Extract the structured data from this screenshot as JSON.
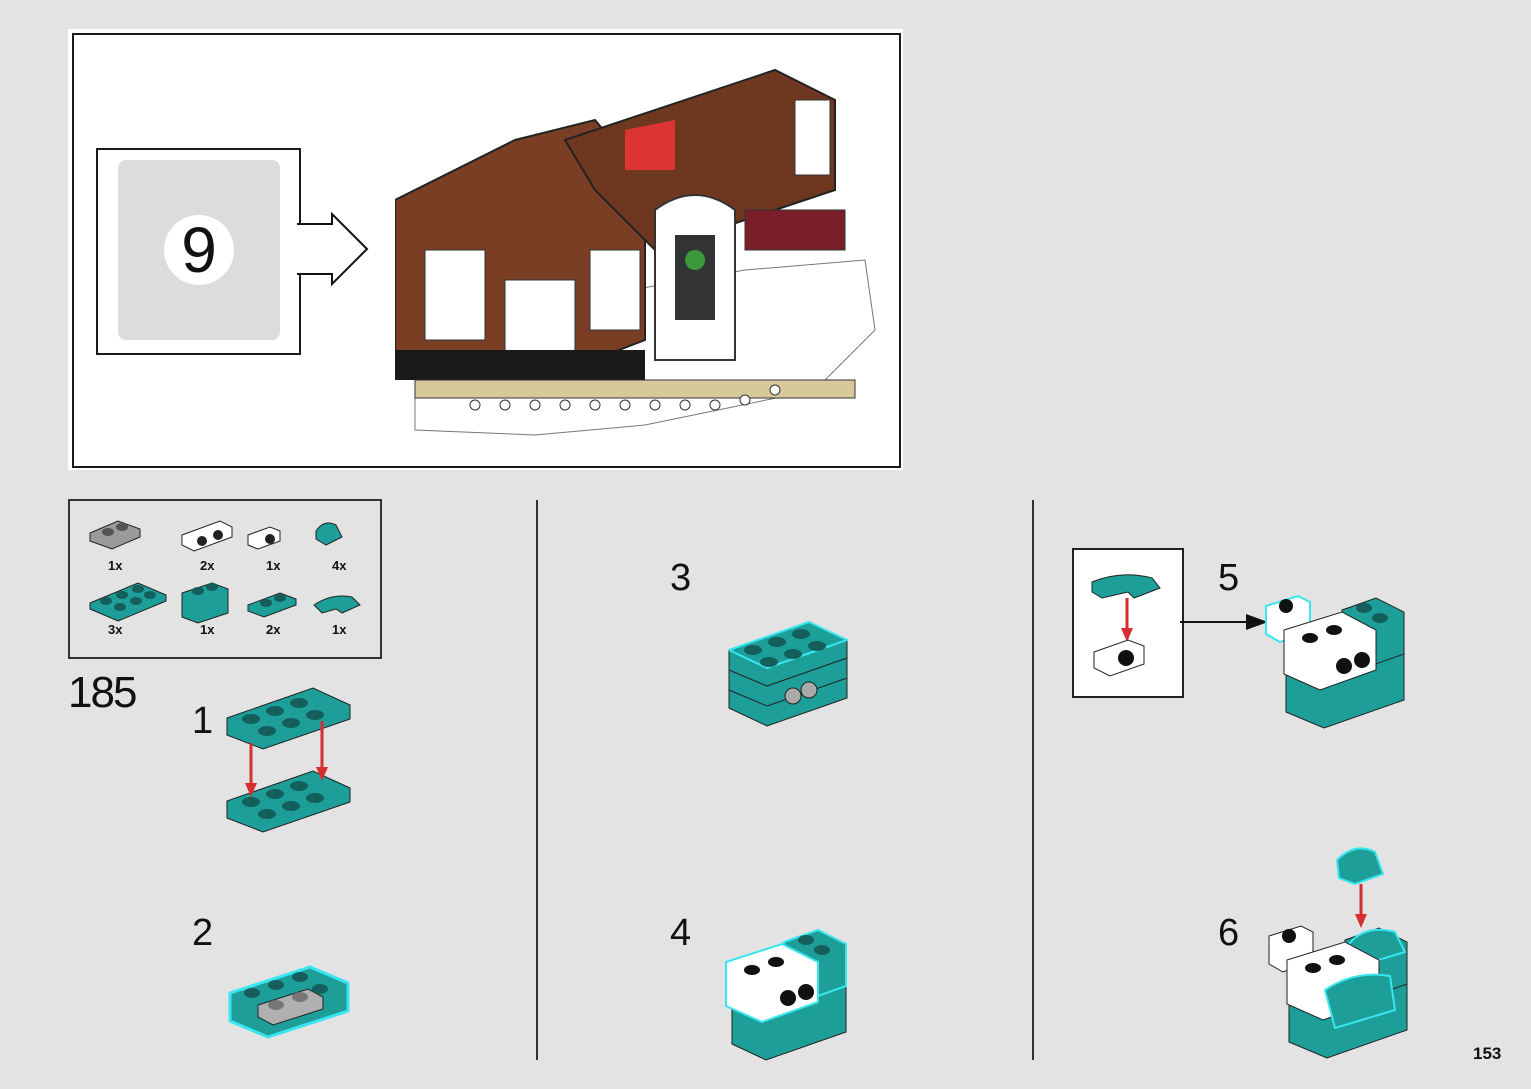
{
  "document": {
    "type": "building-instructions",
    "page_number": "153",
    "bag_number": "9",
    "section_number": "185",
    "colors": {
      "background": "#e3e3e3",
      "teal_brick": "#1e9e98",
      "highlight": "#39e6f0",
      "arrow_red": "#d32f2f",
      "house_brown": "#7a3e24",
      "tan": "#d8c99a"
    }
  },
  "overview": {
    "illustration": "Completed house model (brown brick walls, white windows, front door with wreath, white studded base)",
    "arrow_icon": "right-arrow-icon"
  },
  "parts_list": {
    "items": [
      {
        "name": "gray hinge plate 1x2",
        "qty": "1x",
        "color": "#9a9a9a"
      },
      {
        "name": "white bracket 1x2 - 2x4 inverted",
        "qty": "2x",
        "color": "#ffffff"
      },
      {
        "name": "white bracket 1x1 - 1x1",
        "qty": "1x",
        "color": "#ffffff"
      },
      {
        "name": "teal tile round 1x1 curved",
        "qty": "4x",
        "color": "#1e9e98"
      },
      {
        "name": "teal plate 2x3",
        "qty": "3x",
        "color": "#1e9e98"
      },
      {
        "name": "teal brick 1x2",
        "qty": "1x",
        "color": "#1e9e98"
      },
      {
        "name": "teal plate 1x2",
        "qty": "2x",
        "color": "#1e9e98"
      },
      {
        "name": "teal slope curved 2x1",
        "qty": "1x",
        "color": "#1e9e98"
      }
    ]
  },
  "steps": [
    {
      "number": "1"
    },
    {
      "number": "2"
    },
    {
      "number": "3"
    },
    {
      "number": "4"
    },
    {
      "number": "5"
    },
    {
      "number": "6"
    }
  ]
}
